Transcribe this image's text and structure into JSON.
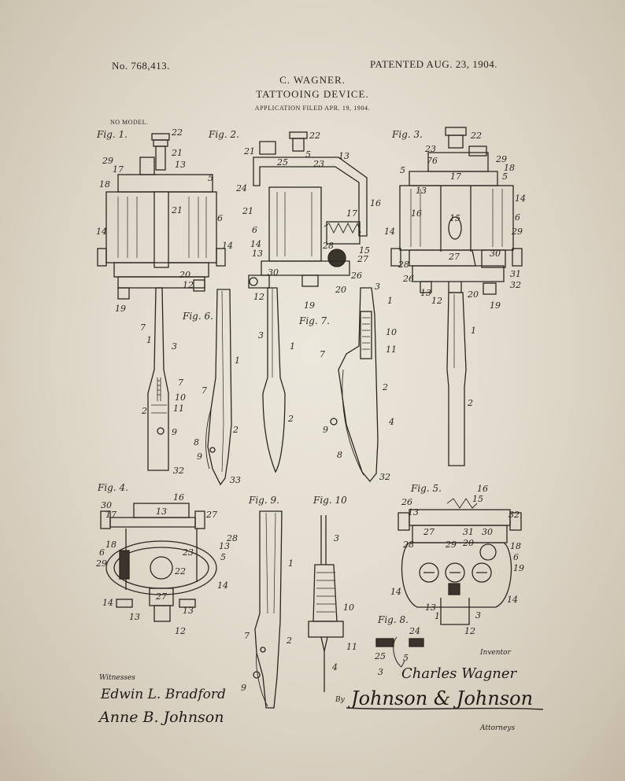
{
  "header": {
    "patent_number": "No. 768,413.",
    "patent_date": "PATENTED AUG. 23, 1904.",
    "inventor_name": "C. WAGNER.",
    "title": "TATTOOING DEVICE.",
    "application_filed": "APPLICATION FILED APR. 19, 1904.",
    "no_model": "NO MODEL."
  },
  "figures": {
    "fig1": "Fig. 1.",
    "fig2": "Fig. 2.",
    "fig3": "Fig. 3.",
    "fig4": "Fig. 4.",
    "fig5": "Fig. 5.",
    "fig6": "Fig. 6.",
    "fig7": "Fig. 7.",
    "fig8": "Fig. 8.",
    "fig9": "Fig. 9.",
    "fig10": "Fig. 10"
  },
  "labels": {
    "n1": "1",
    "n2": "2",
    "n3": "3",
    "n4": "4",
    "n5": "5",
    "n6": "6",
    "n7": "7",
    "n8": "8",
    "n9": "9",
    "n10": "10",
    "n11": "11",
    "n12": "12",
    "n13": "13",
    "n14": "14",
    "n15": "15",
    "n16": "16",
    "n17": "17",
    "n18": "18",
    "n19": "19",
    "n20": "20",
    "n21": "21",
    "n22": "22",
    "n23": "23",
    "n24": "24",
    "n25": "25",
    "n26": "26",
    "n27": "27",
    "n28": "28",
    "n29": "29",
    "n30": "30",
    "n31": "31",
    "n32": "32",
    "n33": "33"
  },
  "signatures": {
    "witnesses_label": "Witnesses",
    "witness_1": "Edwin L. Bradford",
    "witness_2": "Anne B. Johnson",
    "inventor_label": "Inventor",
    "inventor_signature": "Charles Wagner",
    "by_label": "By",
    "attorney_signature": "Johnson & Johnson",
    "attorneys_label": "Attorneys"
  },
  "colors": {
    "paper": "#e6e0d3",
    "ink": "#2b2620"
  }
}
